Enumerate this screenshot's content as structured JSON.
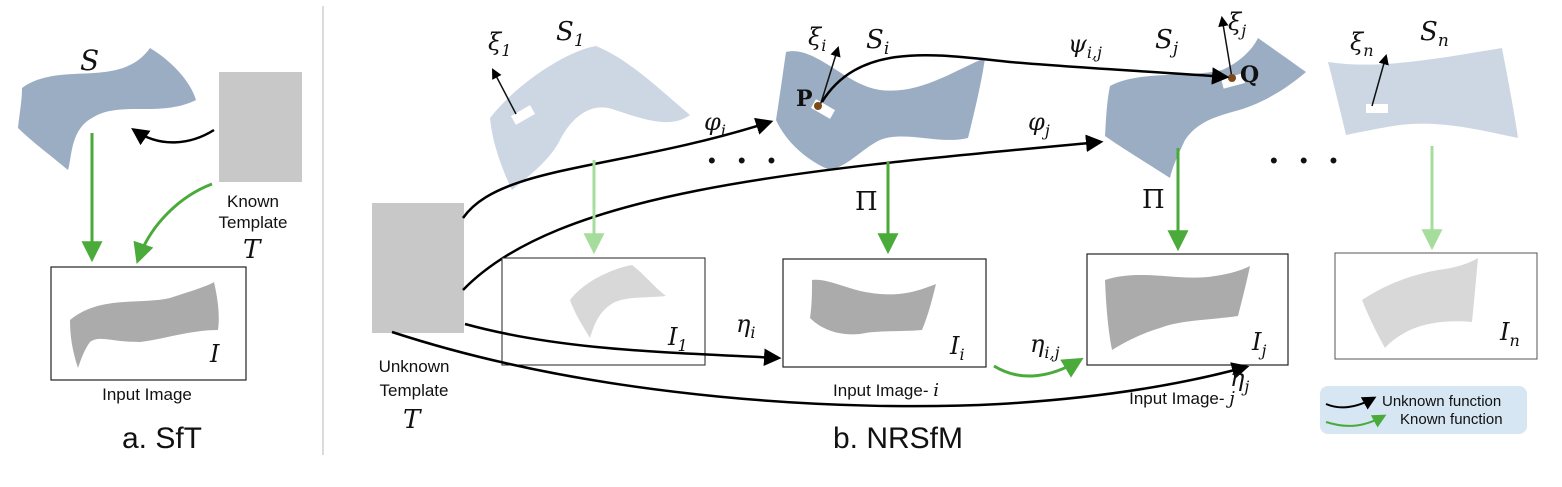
{
  "sft": {
    "surface_label": "S",
    "template_label_line1": "Known",
    "template_label_line2": "Template",
    "template_symbol": "T",
    "image_symbol": "I",
    "image_caption": "Input Image",
    "section_title": "a. SfT"
  },
  "nrsfm": {
    "section_title": "b. NRSfM",
    "template_label_line1": "Unknown",
    "template_label_line2": "Template",
    "template_symbol": "T",
    "surfaces": {
      "s1": {
        "name": "S",
        "sub": "1",
        "xi": "ξ",
        "xi_sub": "1"
      },
      "si": {
        "name": "S",
        "sub": "i",
        "xi": "ξ",
        "xi_sub": "i"
      },
      "sj": {
        "name": "S",
        "sub": "j",
        "xi": "ξ",
        "xi_sub": "j"
      },
      "sn": {
        "name": "S",
        "sub": "n",
        "xi": "ξ",
        "xi_sub": "n"
      }
    },
    "images": {
      "i1": {
        "name": "I",
        "sub": "1"
      },
      "ii": {
        "name": "I",
        "sub": "i",
        "caption": "Input Image- ",
        "caption_var": "i"
      },
      "ij": {
        "name": "I",
        "sub": "j",
        "caption": "Input Image- ",
        "caption_var": "j"
      },
      "in": {
        "name": "I",
        "sub": "n"
      }
    },
    "functions": {
      "phi_i": {
        "sym": "φ",
        "sub": "i"
      },
      "phi_j": {
        "sym": "φ",
        "sub": "j"
      },
      "psi_ij": {
        "sym": "ψ",
        "sub": "i,j"
      },
      "eta_i": {
        "sym": "η",
        "sub": "i"
      },
      "eta_j": {
        "sym": "η",
        "sub": "j"
      },
      "eta_ij": {
        "sym": "η",
        "sub": "i,j"
      },
      "pi_i": "Π",
      "pi_j": "Π"
    },
    "points": {
      "p": "P",
      "q": "Q"
    },
    "ellipsis": "• • •"
  },
  "legend": {
    "unknown": "Unknown function",
    "known": "Known function"
  },
  "colors": {
    "surface_dark": "#9badc3",
    "surface_light": "#cdd7e3",
    "template_gray": "#c8c8c8",
    "image_shape": "#ababab",
    "image_shape_light": "#d8d8d8",
    "known_arrow": "#4aaa3a",
    "known_arrow_light": "#a6dd9c",
    "unknown_arrow": "#000000",
    "legend_bg": "#d6e6f2",
    "point": "#7a4a1a"
  }
}
